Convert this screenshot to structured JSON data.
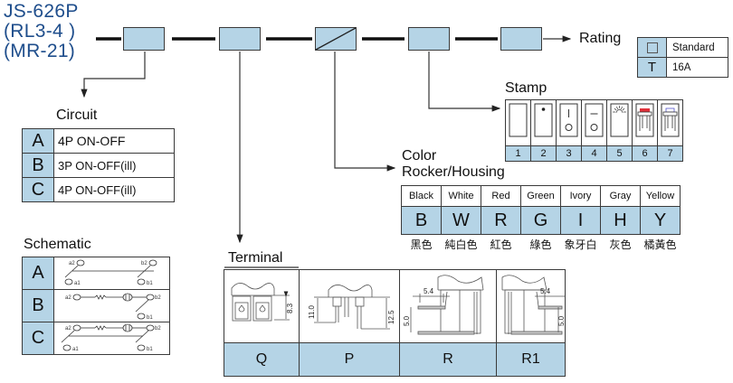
{
  "model": {
    "lines": [
      "JS-626P",
      "(RL3-4 )",
      "(MR-21)"
    ]
  },
  "rating": {
    "title": "Rating",
    "rows": [
      {
        "key": "",
        "key_icon": "empty-square",
        "label": "Standard"
      },
      {
        "key": "T",
        "label": "16A"
      }
    ]
  },
  "circuit": {
    "title": "Circuit",
    "rows": [
      {
        "key": "A",
        "label": "4P ON-OFF"
      },
      {
        "key": "B",
        "label": "3P ON-OFF(ill)"
      },
      {
        "key": "C",
        "label": "4P ON-OFF(ill)"
      }
    ]
  },
  "schematic": {
    "title": "Schematic",
    "rows": [
      {
        "key": "A",
        "labels": {
          "a2": "a2",
          "a1": "a1",
          "b2": "b2",
          "b1": "b1"
        }
      },
      {
        "key": "B",
        "labels": {
          "a2": "a2",
          "b2": "b2",
          "b1": "b1"
        }
      },
      {
        "key": "C",
        "labels": {
          "a2": "a2",
          "a1": "a1",
          "b2": "b2",
          "b1": "b1"
        }
      }
    ]
  },
  "stamp": {
    "title": "Stamp",
    "items": [
      {
        "num": "1",
        "icon": "blank-rocker"
      },
      {
        "num": "2",
        "icon": "dot-rocker"
      },
      {
        "num": "3",
        "icon": "i-o-rocker"
      },
      {
        "num": "4",
        "icon": "dash-o-rocker"
      },
      {
        "num": "5",
        "icon": "lamp-rocker"
      },
      {
        "num": "6",
        "icon": "red-lamp-switch"
      },
      {
        "num": "7",
        "icon": "clear-lamp-switch"
      }
    ]
  },
  "color": {
    "title_line1": "Color",
    "title_line2": "Rocker/Housing",
    "items": [
      {
        "name": "Black",
        "code": "B",
        "cn": "黑色"
      },
      {
        "name": "White",
        "code": "W",
        "cn": "純白色"
      },
      {
        "name": "Red",
        "code": "R",
        "cn": "紅色"
      },
      {
        "name": "Green",
        "code": "G",
        "cn": "綠色"
      },
      {
        "name": "Ivory",
        "code": "I",
        "cn": "象牙白"
      },
      {
        "name": "Gray",
        "code": "H",
        "cn": "灰色"
      },
      {
        "name": "Yellow",
        "code": "Y",
        "cn": "橘黃色"
      }
    ]
  },
  "terminal": {
    "title": "Terminal",
    "items": [
      {
        "code": "Q",
        "dims": [
          "8.3"
        ]
      },
      {
        "code": "P",
        "dims": [
          "11.0",
          "12.5"
        ]
      },
      {
        "code": "R",
        "dims": [
          "5.4",
          "5.0"
        ]
      },
      {
        "code": "R1",
        "dims": [
          "5.4",
          "5.0"
        ]
      }
    ]
  },
  "colors": {
    "title_blue": "#1f4e8c",
    "cell_blue": "#b5d4e6",
    "lamp_red": "#e0303a"
  }
}
